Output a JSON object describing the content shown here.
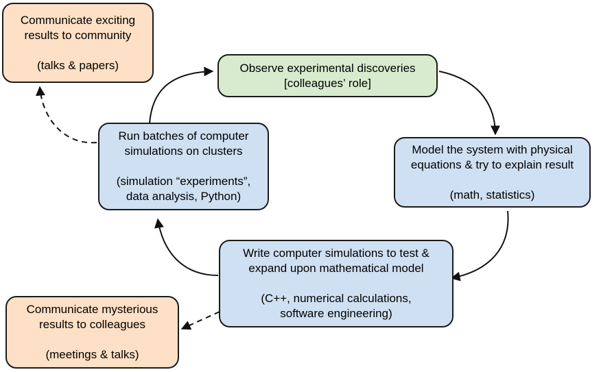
{
  "nodes": {
    "communicate_community": {
      "lines": [
        "Communicate exciting",
        "results to community"
      ],
      "note": [
        "(talks & papers)"
      ],
      "color": "#fde0c5"
    },
    "observe": {
      "lines": [
        "Observe experimental discoveries",
        "[colleagues’ role]"
      ],
      "color": "#d8ebcf"
    },
    "run_batches": {
      "lines": [
        "Run batches of computer",
        "simulations on clusters"
      ],
      "note": [
        "(simulation “experiments”,",
        "data analysis, Python)"
      ],
      "color": "#cfe0f2"
    },
    "model": {
      "lines": [
        "Model the system with physical",
        "equations & try to explain result"
      ],
      "note": [
        "(math, statistics)"
      ],
      "color": "#cfe0f2"
    },
    "write_sims": {
      "lines": [
        "Write computer simulations to test &",
        "expand upon mathematical model"
      ],
      "note": [
        "(C++, numerical calculations,",
        "software engineering)"
      ],
      "color": "#cfe0f2"
    },
    "communicate_colleagues": {
      "lines": [
        "Communicate mysterious",
        "results to colleagues"
      ],
      "note": [
        "(meetings & talks)"
      ],
      "color": "#fde0c5"
    }
  },
  "edges": [
    {
      "from": "observe",
      "to": "model",
      "style": "solid"
    },
    {
      "from": "model",
      "to": "write_sims",
      "style": "solid"
    },
    {
      "from": "write_sims",
      "to": "run_batches",
      "style": "solid"
    },
    {
      "from": "run_batches",
      "to": "observe",
      "style": "solid"
    },
    {
      "from": "run_batches",
      "to": "communicate_community",
      "style": "dashed"
    },
    {
      "from": "write_sims",
      "to": "communicate_colleagues",
      "style": "dashed"
    }
  ]
}
